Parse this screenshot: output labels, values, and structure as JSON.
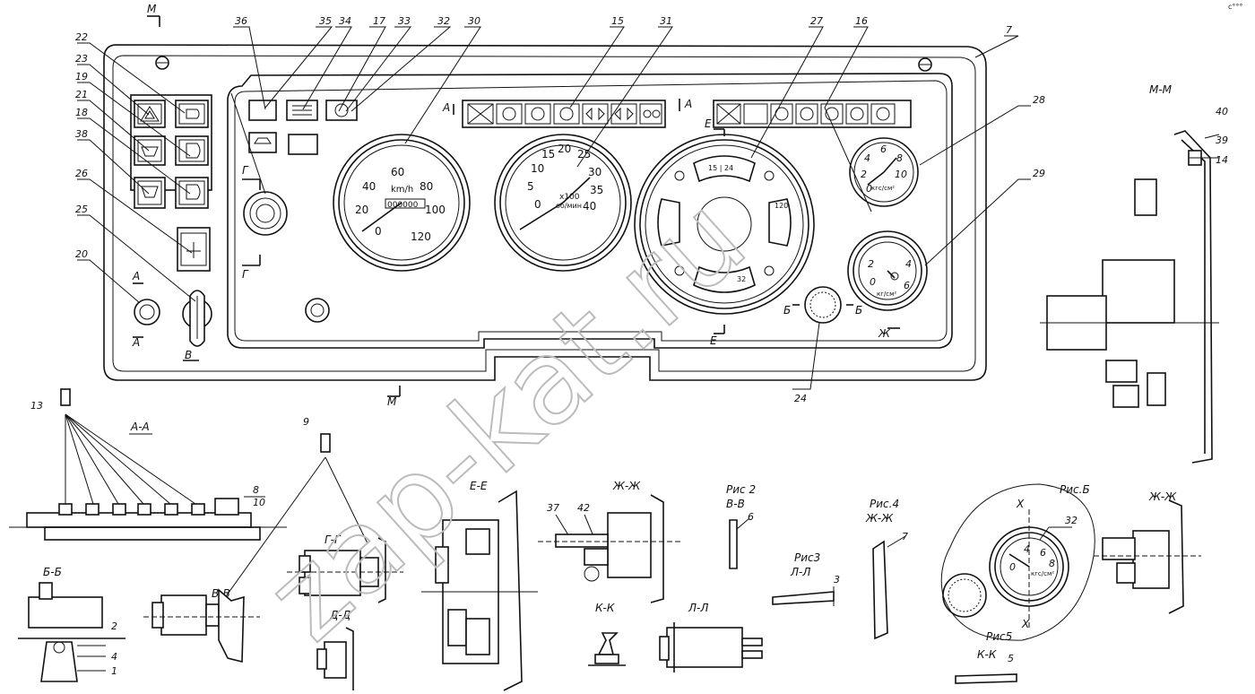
{
  "watermark": "zap-kat.ru",
  "corner_mark": "c°°°",
  "callouts": [
    "36",
    "35",
    "34",
    "17",
    "33",
    "32",
    "30",
    "15",
    "31",
    "27",
    "16",
    "7",
    "22",
    "23",
    "19",
    "21",
    "18",
    "38",
    "26",
    "25",
    "20",
    "28",
    "29",
    "24",
    "40",
    "39",
    "14",
    "13",
    "9",
    "8",
    "10",
    "37",
    "42",
    "6",
    "3",
    "7",
    "32",
    "5",
    "2",
    "4",
    "1"
  ],
  "section_labels": {
    "m_top": "М",
    "m_bottom": "М",
    "a_left_top": "А",
    "a_left_bottom": "А",
    "a_strip_l": "А",
    "a_strip_r": "А",
    "e_top": "Е",
    "e_bot": "Е",
    "g_top": "Г",
    "g_bot": "Г",
    "b_l": "Б",
    "b_r": "Б",
    "zh": "Ж",
    "v": "В",
    "mm": "М-М",
    "aa": "А-А",
    "ee": "Е-Е",
    "zhzh1": "Ж-Ж",
    "zhzh2": "Ж-Ж",
    "gg": "Г-Г",
    "vv": "В-В",
    "bb": "Б-Б",
    "dd": "Д-Д",
    "kk": "К-К",
    "ll": "Л-Л"
  },
  "figure_labels": {
    "ris2": "Рис 2",
    "ris2_sec": "В-В",
    "ris3": "Рис3",
    "ris3_sec": "Л-Л",
    "ris4": "Рис.4",
    "ris4_sec": "Ж-Ж",
    "ris5": "Рис5",
    "ris5_sec": "К-К",
    "ris6": "Рис.Б",
    "ris6_x1": "Х",
    "ris6_x2": "Х"
  },
  "speedometer": {
    "ticks": [
      "0",
      "20",
      "40",
      "60",
      "80",
      "100",
      "120"
    ],
    "unit": "km/h",
    "odometer": "000000"
  },
  "tachometer": {
    "ticks": [
      "0",
      "5",
      "10",
      "15",
      "20",
      "25",
      "30",
      "35",
      "40"
    ],
    "mult": "x100",
    "unit": "об/мин"
  },
  "combo_gauge": {
    "top": "15 | 24",
    "right_val": "120",
    "bottom_val": "32"
  },
  "pressure_gauge": {
    "ticks": [
      "0",
      "2",
      "4",
      "6",
      "8",
      "10"
    ],
    "unit": "кгс/см²"
  },
  "air_gauge": {
    "ticks": [
      "0",
      "2",
      "4",
      "6"
    ],
    "unit": "кг/см²"
  },
  "ris6_gauge": {
    "ticks": [
      "0",
      "4",
      "6",
      "8"
    ],
    "unit": "кгс/см²"
  }
}
